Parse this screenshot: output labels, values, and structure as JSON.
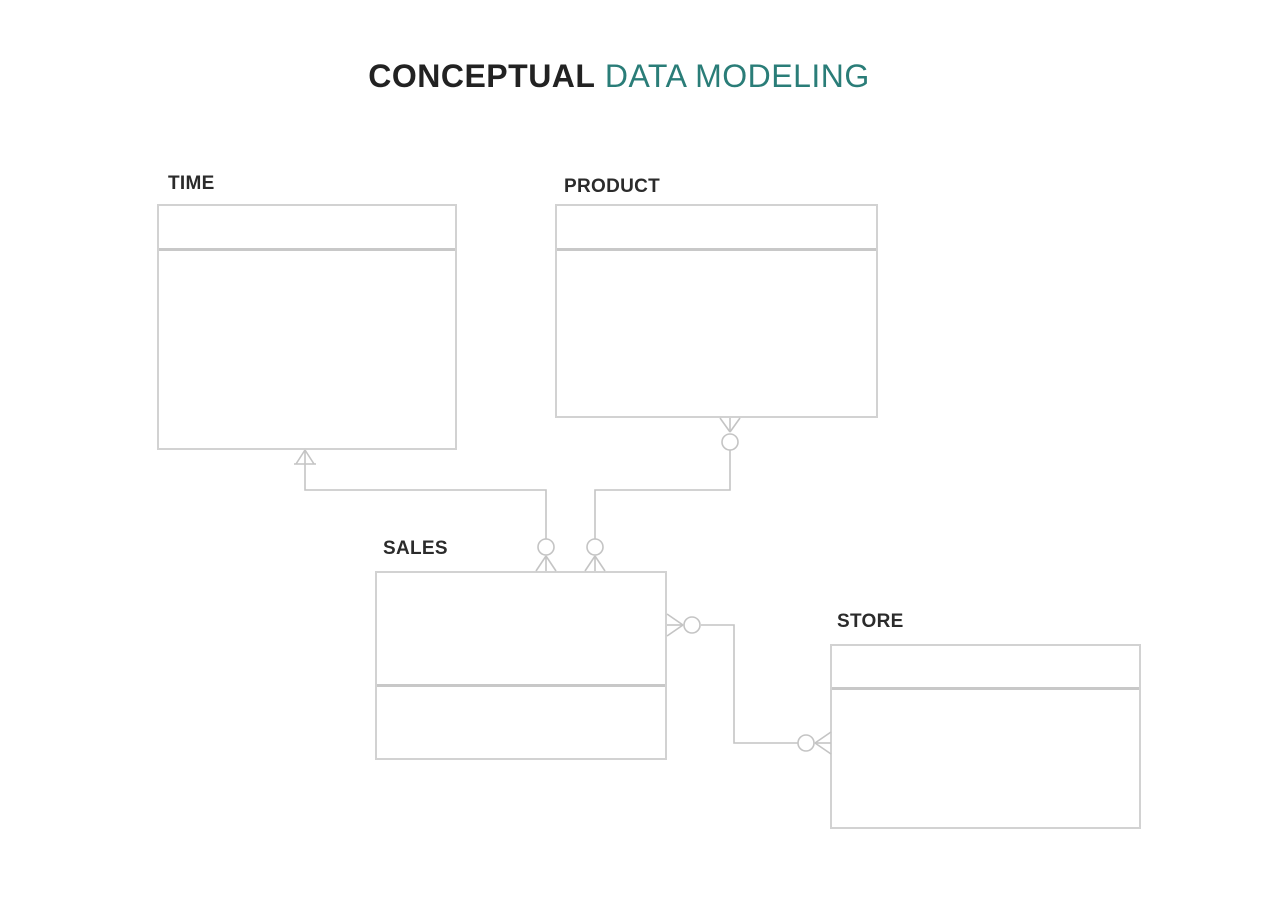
{
  "title": {
    "bold": "CONCEPTUAL",
    "light": "DATA MODELING"
  },
  "entities": {
    "time": {
      "label": "TIME"
    },
    "product": {
      "label": "PRODUCT"
    },
    "sales": {
      "label": "SALES"
    },
    "store": {
      "label": "STORE"
    }
  },
  "relationships": [
    {
      "from": "time",
      "to": "sales",
      "from_cardinality": "one-or-many",
      "to_cardinality": "zero-or-many"
    },
    {
      "from": "product",
      "to": "sales",
      "from_cardinality": "zero-or-many",
      "to_cardinality": "zero-or-many"
    },
    {
      "from": "sales",
      "to": "store",
      "from_cardinality": "zero-or-many",
      "to_cardinality": "zero-or-many"
    }
  ],
  "colors": {
    "title_bold": "#222222",
    "title_accent": "#2a7d78",
    "box_border": "#d2d2d2",
    "connector": "#c4c4c4"
  }
}
